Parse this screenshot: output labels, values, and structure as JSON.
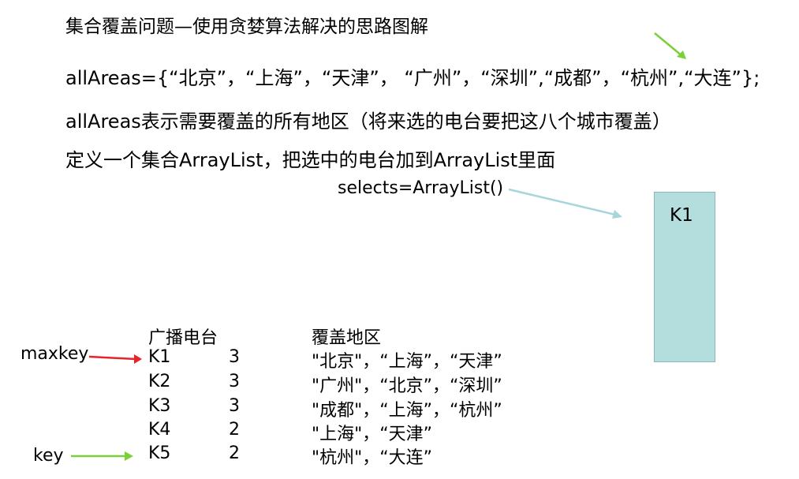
{
  "title": "集合覆盖问题—使用贪婪算法解决的思路图解",
  "all_areas_line": "allAreas={“北京”，“上海”，“天津”， “广州”，“深圳”,“成都”，“杭州”,“大连”};",
  "all_areas_desc": "allAreas表示需要覆盖的所有地区（将来选的电台要把这八个城市覆盖）",
  "arraylist_desc": "定义一个集合ArrayList，把选中的电台加到ArrayList里面",
  "selects_label": "selects=ArrayList()",
  "box_label": "K1",
  "table": {
    "header_station": "广播电台",
    "header_areas": "覆盖地区",
    "rows": [
      {
        "name": "K1",
        "count": "3",
        "areas": "\"北京\"，“上海”，“天津”"
      },
      {
        "name": "K2",
        "count": "3",
        "areas": "\"广州\"，“北京”，“深圳”"
      },
      {
        "name": "K3",
        "count": "3",
        "areas": "\"成都\"，“上海”，“杭州”"
      },
      {
        "name": "K4",
        "count": "2",
        "areas": "\"上海\"，“天津”"
      },
      {
        "name": "K5",
        "count": "2",
        "areas": "\"杭州\"，“大连”"
      }
    ]
  },
  "maxkey_label": "maxkey",
  "key_label": "key",
  "colors": {
    "box_fill": "#b4dede",
    "maxkey_arrow": "#e8232b",
    "key_arrow": "#7ad03a",
    "top_arrow": "#7ad03a",
    "selects_arrow": "#a6d6da"
  }
}
